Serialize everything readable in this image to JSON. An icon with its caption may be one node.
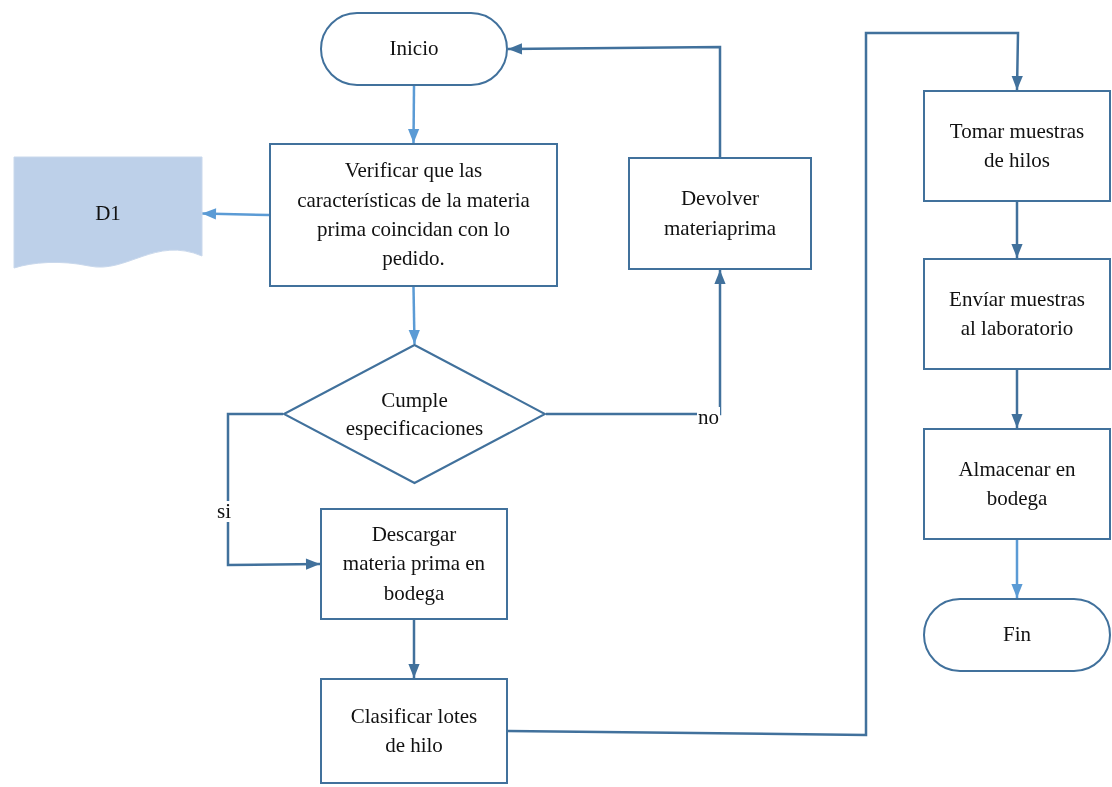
{
  "diagram": {
    "nodes": [
      {
        "text": [
          "Inicio"
        ]
      },
      {
        "text": [
          "Verificar que las características de la materia prima coincidan con lo pedido."
        ]
      },
      {
        "text": [
          "D1"
        ]
      },
      {
        "text": [
          "Devolver materiaprima"
        ]
      },
      {
        "text": [
          "Cumple especificaciones"
        ]
      },
      {
        "text": [
          "Descargar materia prima en bodega"
        ]
      },
      {
        "text": [
          "Clasificar lotes de hilo"
        ]
      },
      {
        "text": [
          "Tomar muestras de hilos"
        ]
      },
      {
        "text": [
          "Envíar muestras al laboratorio"
        ]
      },
      {
        "text": [
          "Almacenar en bodega"
        ]
      },
      {
        "text": [
          "Fin"
        ]
      }
    ],
    "edges": [
      {
        "from": 0,
        "to": 1,
        "arrow": "to",
        "color": "#5b9bd5"
      },
      {
        "from": 1,
        "to": 2,
        "arrow": "to",
        "color": "#5b9bd5"
      },
      {
        "from": 1,
        "to": 4,
        "arrow": "to",
        "color": "#5b9bd5"
      },
      {
        "from": 4,
        "to": 3,
        "arrow": "to",
        "label": "no"
      },
      {
        "from": 3,
        "to": 0,
        "arrow": "to"
      },
      {
        "from": 4,
        "to": 5,
        "arrow": "to",
        "label": "si"
      },
      {
        "from": 5,
        "to": 6,
        "arrow": "to"
      },
      {
        "from": 6,
        "to": 7,
        "arrow": "to"
      },
      {
        "from": 7,
        "to": 8,
        "arrow": "to"
      },
      {
        "from": 8,
        "to": 9,
        "arrow": "to"
      },
      {
        "from": 9,
        "to": 10,
        "arrow": "to",
        "color": "#5b9bd5"
      }
    ]
  }
}
